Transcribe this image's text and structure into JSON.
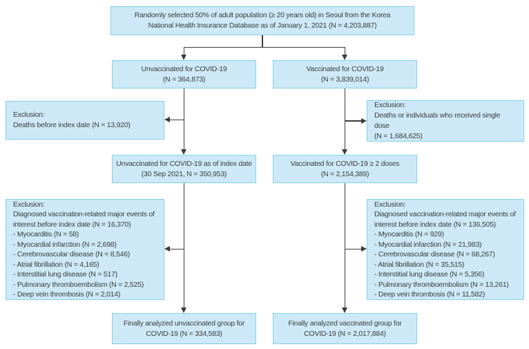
{
  "colors": {
    "box_fill": "#cde9f7",
    "box_border": "#82d0e9",
    "text": "#3b3b3b",
    "connector": "#3b3b3b",
    "background": "#ffffff"
  },
  "flow": {
    "source": {
      "lines": [
        "Randomly selected 50% of adult population (≥ 20 years old) in Seoul from the Korea",
        "National Health Insurance Database as of January 1, 2021 (N = 4,203,887)"
      ]
    },
    "unvaccinated": {
      "lines": [
        "Unvaccinated for COVID-19",
        "(N = 364,873)"
      ]
    },
    "vaccinated": {
      "lines": [
        "Vaccinated for COVID-19",
        "(N = 3,839,014)"
      ]
    },
    "exclusion_unvaccinated_1": {
      "lines": [
        "Exclusion:",
        "Deaths before index date (N = 13,920)"
      ]
    },
    "exclusion_vaccinated_1": {
      "lines": [
        "Exclusion:",
        "Deaths or individuals who received single dose",
        "(N = 1,684,625)"
      ]
    },
    "unvaccinated_index": {
      "lines": [
        "Unvaccinated for COVID-19 as of index date",
        "(30 Sep 2021, N = 350,953)"
      ]
    },
    "vaccinated_two_doses": {
      "lines": [
        "Vaccinated for COVID-19 ≥ 2 doses",
        "(N = 2,154,389)"
      ]
    },
    "exclusion_unvaccinated_2": {
      "lines": [
        "Exclusion:",
        "Diagnosed vaccination-related major events of",
        "interest before index date (N = 16,370)",
        "- Myocarditis (N = 58)",
        "- Myocardial infarction (N = 2,698)",
        "- Cerebrovascular disease (N = 8,546)",
        "- Atrial fibrillation (N = 4,165)",
        "- Interstitial lung disease (N = 517)",
        "- Pulmonary thromboembolism (N = 2,525)",
        "- Deep vein thrombosis (N = 2,014)"
      ]
    },
    "exclusion_vaccinated_2": {
      "lines": [
        "Exclusion:",
        "Diagnosed vaccination-related major events of",
        "interest before index date (N = 136,505)",
        "- Myocarditis (N = 929)",
        "- Myocardial infarction (N = 21,983)",
        "- Cerebrovascular disease (N = 68,267)",
        "- Atrial fibrillation (N = 35,515)",
        "- Interstitial lung disease (N = 5,356)",
        "- Pulmonary thromboembolism (N = 13,261)",
        "- Deep vein thrombosis (N = 11,582)"
      ]
    },
    "final_unvaccinated": {
      "lines": [
        "Finally analyzed unvaccinated group for",
        "COVID-19 (N = 334,583)"
      ]
    },
    "final_vaccinated": {
      "lines": [
        "Finally analyzed vaccinated group for",
        "COVID-19 (N = 2,017,884)"
      ]
    }
  }
}
